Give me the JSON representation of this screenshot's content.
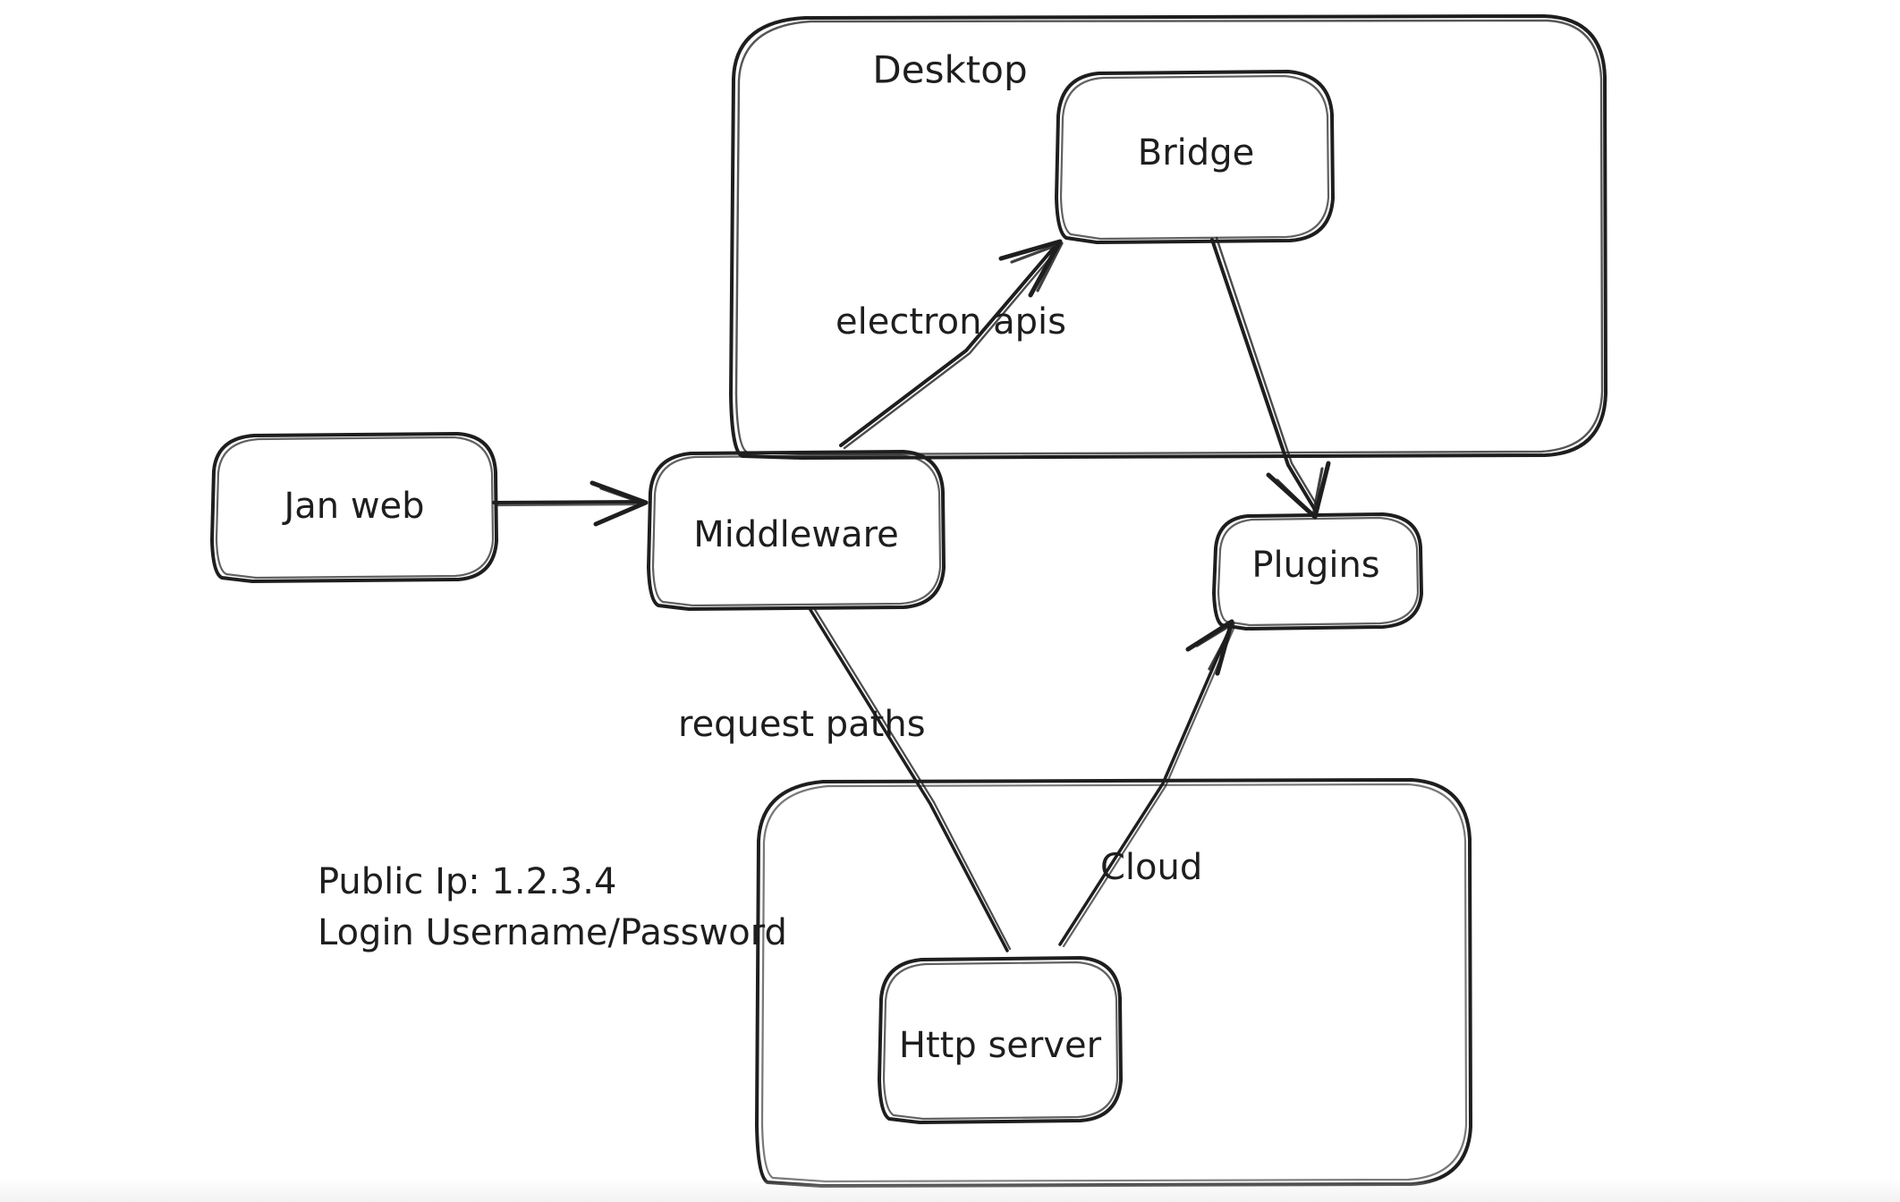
{
  "diagram": {
    "title": "Jan desktop/cloud architecture sketch",
    "style": "hand-drawn whiteboard sketch",
    "background_color": "#ffffff",
    "stroke_color": "#1e1e1e",
    "groups": [
      {
        "id": "desktop",
        "label": "Desktop"
      },
      {
        "id": "cloud",
        "label": ""
      }
    ],
    "nodes": [
      {
        "id": "jan-web",
        "label": "Jan web"
      },
      {
        "id": "middleware",
        "label": "Middleware"
      },
      {
        "id": "bridge",
        "label": "Bridge"
      },
      {
        "id": "plugins",
        "label": "Plugins"
      },
      {
        "id": "http-server",
        "label": "Http server"
      }
    ],
    "edges": [
      {
        "id": "jan-web-to-middleware",
        "from": "Jan web",
        "to": "Middleware",
        "label": "",
        "arrow": true
      },
      {
        "id": "middleware-to-bridge",
        "from": "Middleware",
        "to": "Bridge",
        "label": "electron apis",
        "arrow": true
      },
      {
        "id": "bridge-to-plugins",
        "from": "Bridge",
        "to": "Plugins",
        "label": "",
        "arrow": true
      },
      {
        "id": "middleware-to-http-server",
        "from": "Middleware",
        "to": "Http server",
        "label": "request paths",
        "arrow": false
      },
      {
        "id": "http-server-to-plugins",
        "from": "Http server",
        "to": "Plugins",
        "label": "Cloud",
        "arrow": true
      }
    ],
    "edge_labels": {
      "electron_apis": "electron apis",
      "request_paths": "request paths",
      "cloud": "Cloud"
    },
    "notes": {
      "line1": "Public Ip: 1.2.3.4",
      "line2": "Login Username/Password"
    }
  }
}
